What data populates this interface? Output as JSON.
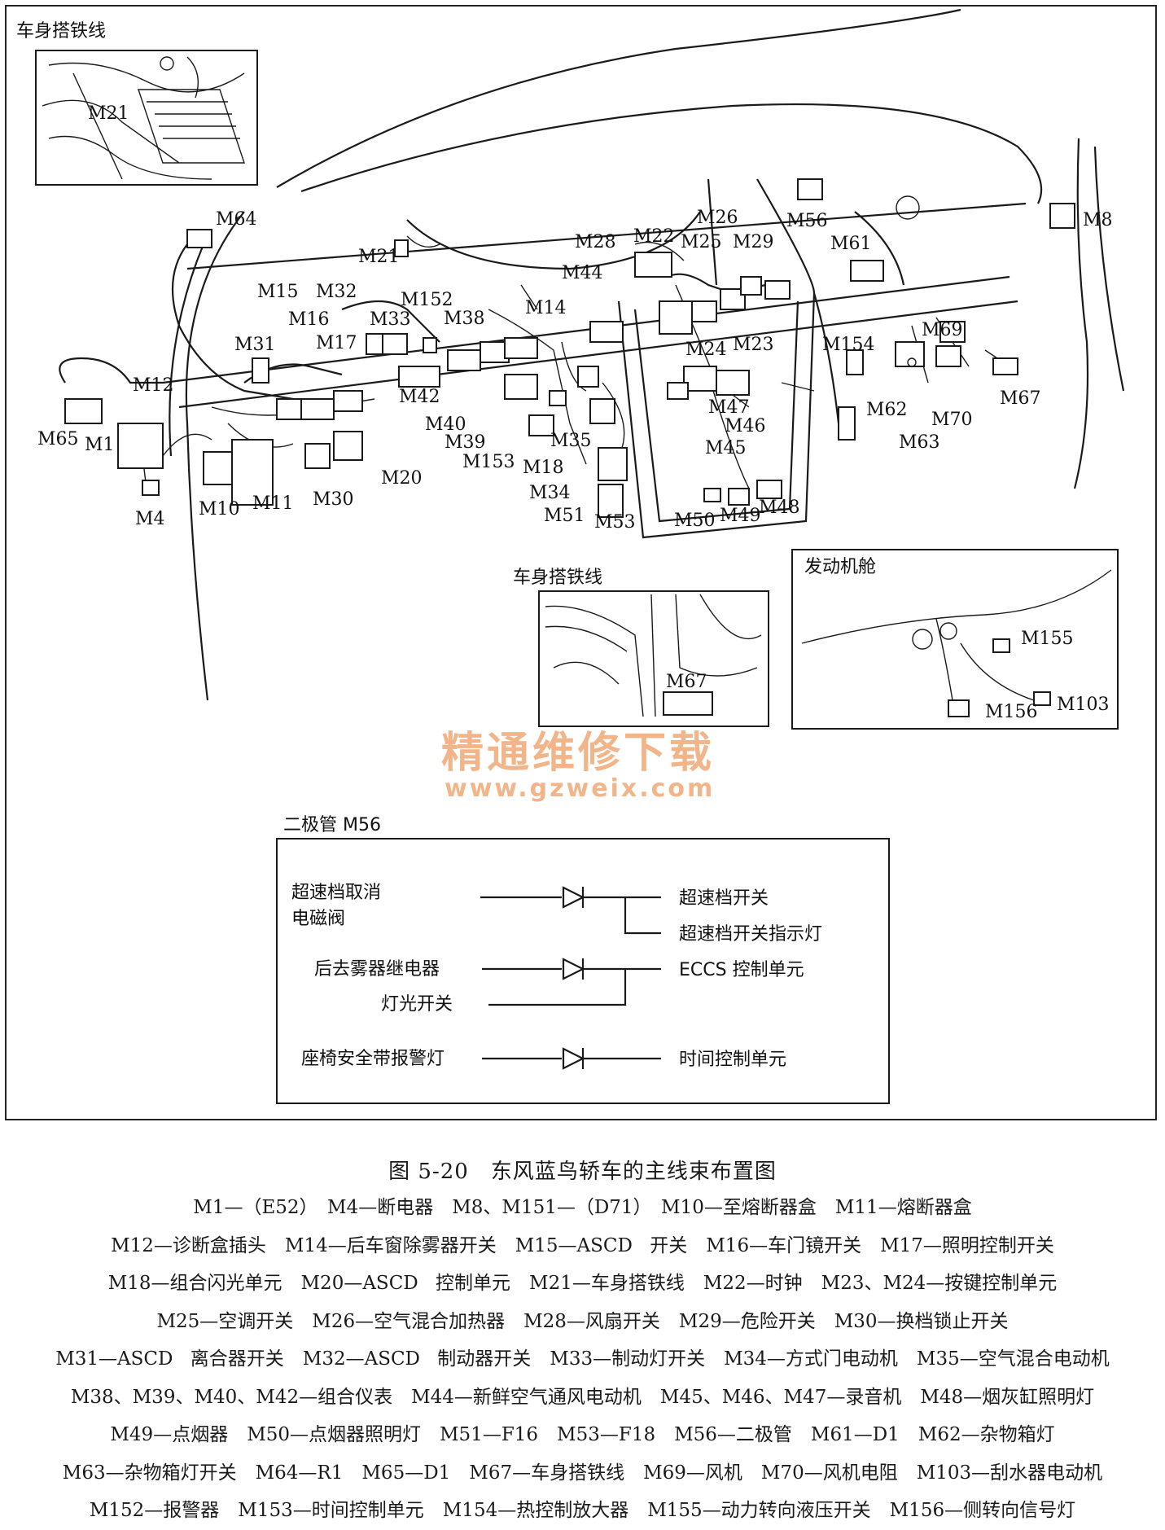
{
  "insets": {
    "top_left_title": "车身搭铁线",
    "top_left_label": "M21",
    "middle_title": "车身搭铁线",
    "middle_label": "M67",
    "engine_title": "发动机舱",
    "engine_labels": [
      "M155",
      "M156",
      "M103"
    ]
  },
  "connector_labels": [
    "M64",
    "M21",
    "M15",
    "M32",
    "M152",
    "M38",
    "M16",
    "M33",
    "M31",
    "M17",
    "M14",
    "M12",
    "M65",
    "M1",
    "M4",
    "M10",
    "M11",
    "M30",
    "M20",
    "M42",
    "M40",
    "M39",
    "M153",
    "M18",
    "M35",
    "M34",
    "M51",
    "M53",
    "M44",
    "M28",
    "M22",
    "M25",
    "M26",
    "M29",
    "M56",
    "M8",
    "M61",
    "M24",
    "M23",
    "M154",
    "M69",
    "M47",
    "M46",
    "M45",
    "M62",
    "M70",
    "M63",
    "M67",
    "M50",
    "M49",
    "M48"
  ],
  "watermark": {
    "line1": "精通维修下载",
    "line2": "www.gzweix.com"
  },
  "diode": {
    "title": "二极管 M56",
    "row1_left_a": "超速档取消",
    "row1_left_b": "电磁阀",
    "row1_right_a": "超速档开关",
    "row1_right_b": "超速档开关指示灯",
    "row2_left_a": "后去雾器继电器",
    "row2_left_b": "灯光开关",
    "row2_right": "ECCS 控制单元",
    "row3_left": "座椅安全带报警灯",
    "row3_right": "时间控制单元"
  },
  "caption": "图 5-20　东风蓝鸟轿车的主线束布置图",
  "legend": [
    "M1—（E52）　M4—断电器　M8、M151—（D71）　M10—至熔断器盒　M11—熔断器盒",
    "M12—诊断盒插头　M14—后车窗除雾器开关　M15—ASCD 开关　M16—车门镜开关　M17—照明控制开关",
    "M18—组合闪光单元　M20—ASCD 控制单元　M21—车身搭铁线　M22—时钟　M23、M24—按键控制单元",
    "M25—空调开关　M26—空气混合加热器　M28—风扇开关　M29—危险开关　M30—换档锁止开关",
    "M31—ASCD 离合器开关　M32—ASCD 制动器开关　M33—制动灯开关　M34—方式门电动机　M35—空气混合电动机",
    "M38、M39、M40、M42—组合仪表　M44—新鲜空气通风电动机　M45、M46、M47—录音机　M48—烟灰缸照明灯",
    "M49—点烟器　M50—点烟器照明灯　M51—F16　M53—F18　M56—二极管　M61—D1　M62—杂物箱灯",
    "M63—杂物箱灯开关　M64—R1　M65—D1　M67—车身搭铁线　M69—风机　M70—风机电阻　M103—刮水器电动机",
    "M152—报警器　M153—时间控制单元　M154—热控制放大器　M155—动力转向液压开关　M156—侧转向信号灯"
  ]
}
